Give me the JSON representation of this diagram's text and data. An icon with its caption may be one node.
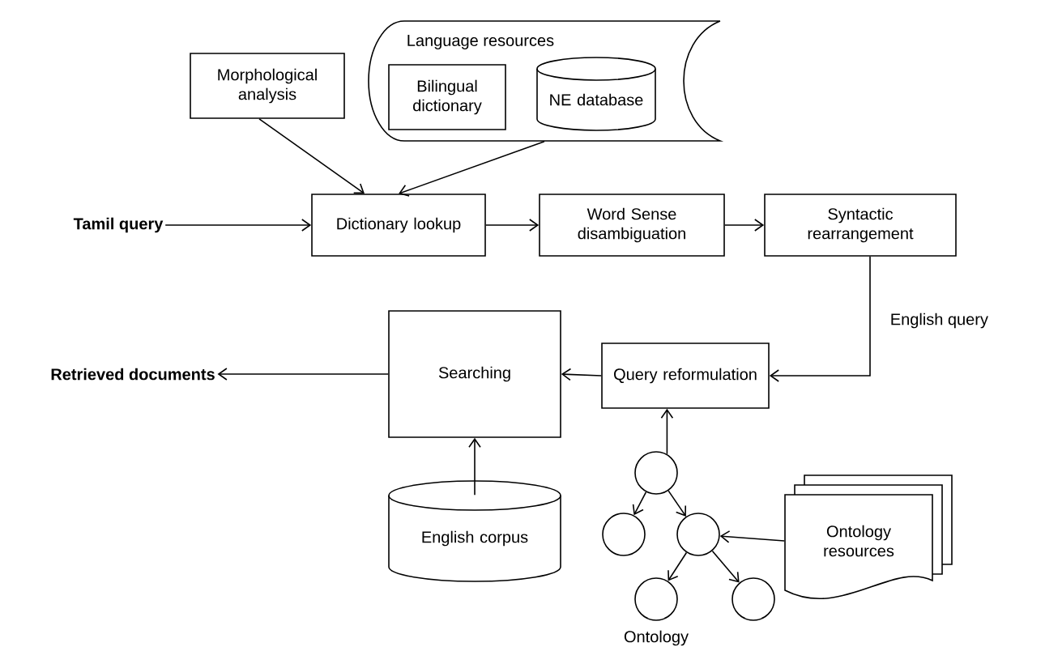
{
  "diagram": {
    "nodes": [
      {
        "text": [
          "Morphological analysis"
        ]
      },
      {
        "text": [
          "Language resources"
        ]
      },
      {
        "text": [
          "Bilingual dictionary"
        ],
        "in": 1
      },
      {
        "text": [
          "NE database"
        ],
        "in": 1
      },
      {
        "text": [
          "Tamil query"
        ]
      },
      {
        "text": [
          "Dictionary lookup"
        ]
      },
      {
        "text": [
          "Word Sense disambiguation"
        ]
      },
      {
        "text": [
          "Syntactic rearrangement"
        ]
      },
      {
        "text": [
          "Retrieved documents"
        ]
      },
      {
        "text": [
          "Searching"
        ]
      },
      {
        "text": [
          "Query reformulation"
        ]
      },
      {
        "text": [
          "English corpus"
        ]
      },
      {
        "text": [
          "Ontology resources"
        ]
      },
      {
        "text": [],
        "shape": "circle"
      },
      {
        "text": [],
        "shape": "circle"
      },
      {
        "text": [],
        "shape": "circle"
      },
      {
        "text": [],
        "shape": "circle"
      },
      {
        "text": [],
        "shape": "circle"
      }
    ],
    "edges": [
      {
        "from": 0,
        "to": 5,
        "arrow": "to"
      },
      {
        "from": 1,
        "to": 5,
        "arrow": "to"
      },
      {
        "from": 4,
        "to": 5,
        "arrow": "to"
      },
      {
        "from": 5,
        "to": 6,
        "arrow": "to"
      },
      {
        "from": 6,
        "to": 7,
        "arrow": "to"
      },
      {
        "from": 7,
        "to": 10,
        "arrow": "to",
        "label": "English query"
      },
      {
        "from": 10,
        "to": 9,
        "arrow": "to"
      },
      {
        "from": 9,
        "to": 8,
        "arrow": "to"
      },
      {
        "from": 11,
        "to": 9,
        "arrow": "to"
      },
      {
        "from": 13,
        "to": 10,
        "arrow": "to"
      },
      {
        "from": 13,
        "to": 14,
        "arrow": "to"
      },
      {
        "from": 13,
        "to": 15,
        "arrow": "to"
      },
      {
        "from": 15,
        "to": 16,
        "arrow": "to"
      },
      {
        "from": 15,
        "to": 17,
        "arrow": "to"
      },
      {
        "from": 12,
        "to": 15,
        "arrow": "to"
      }
    ],
    "labels": [
      "Ontology"
    ]
  }
}
